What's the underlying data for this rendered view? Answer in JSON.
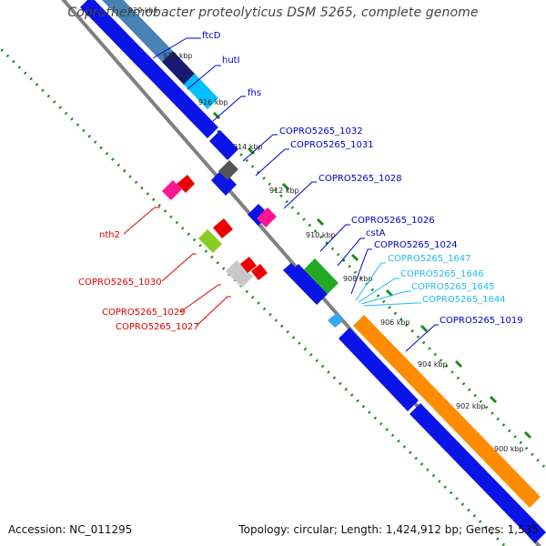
{
  "title": "Coprothermobacter proteolyticus DSM 5265, complete genome",
  "accession_label": "Accession: NC_011295",
  "summary_label": "Topology: circular; Length: 1,424,912 bp; Genes: 1,535",
  "colors": {
    "backbone": "#808080",
    "cds_blue": "#0a14e6",
    "orange": "#ff8c00",
    "tick_green": "#1a8c1a",
    "label_blue": "#0000cc",
    "label_cyan": "#22bbee",
    "label_red": "#dd0000"
  },
  "tick_labels": [
    "920 kbp",
    "918 kbp",
    "916 kbp",
    "914 kbp",
    "912 kbp",
    "910 kbp",
    "908 kbp",
    "906 kbp",
    "904 kbp",
    "902 kbp",
    "900 kbp"
  ],
  "gene_labels": {
    "ftcD": "ftcD",
    "hutI": "hutI",
    "fhs": "fhs",
    "c1032": "COPRO5265_1032",
    "c1031": "COPRO5265_1031",
    "c1028": "COPRO5265_1028",
    "c1026": "COPRO5265_1026",
    "cstA": "cstA",
    "c1024": "COPRO5265_1024",
    "c1647": "COPRO5265_1647",
    "c1646": "COPRO5265_1646",
    "c1645": "COPRO5265_1645",
    "c1644": "COPRO5265_1644",
    "c1019": "COPRO5265_1019",
    "nth2": "nth2",
    "c1030": "COPRO5265_1030",
    "c1029": "COPRO5265_1029",
    "c1027": "COPRO5265_1027"
  }
}
